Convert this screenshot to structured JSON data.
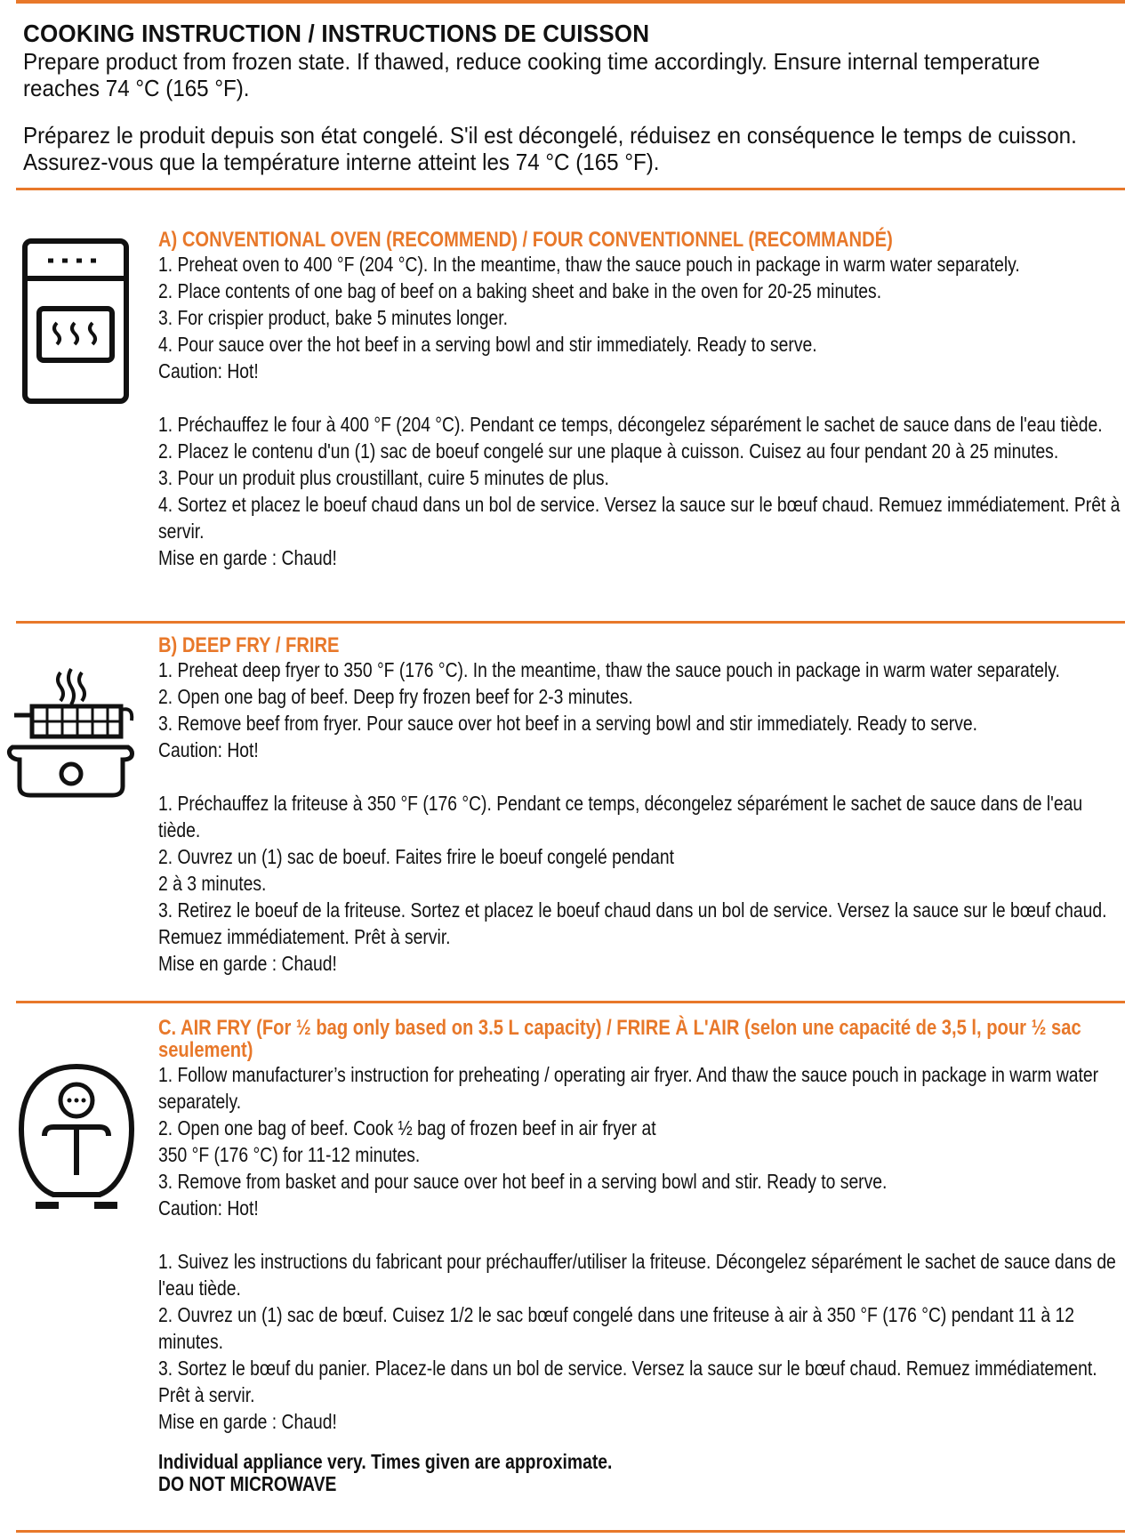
{
  "header": {
    "title": "COOKING INSTRUCTION / INSTRUCTIONS DE CUISSON",
    "intro_en": "Prepare product from frozen state. If thawed, reduce cooking time accordingly.  Ensure internal temperature reaches 74 °C (165 °F).",
    "intro_fr": "Préparez le produit depuis son état congelé. S'il est décongelé, réduisez en conséquence le temps de cuisson.  Assurez-vous que la température interne atteint les 74 °C (165 °F)."
  },
  "sections": {
    "oven": {
      "icon": "oven-icon",
      "title": "A) CONVENTIONAL OVEN (RECOMMEND) / FOUR CONVENTIONNEL (RECOMMANDÉ)",
      "en": [
        "1. Preheat oven to 400 °F (204 °C). In the meantime, thaw the sauce pouch in package in warm water separately.",
        "2. Place contents of one bag of beef on a baking sheet and bake in the oven for 20-25 minutes.",
        "3. For crispier product, bake 5 minutes longer.",
        "4. Pour sauce over the hot beef in a serving bowl and stir immediately. Ready to serve.",
        "Caution: Hot!"
      ],
      "fr": [
        "1. Préchauffez le four à 400 °F (204 °C). Pendant ce temps, décongelez séparément le sachet de sauce dans de l'eau tiède.",
        "2. Placez le contenu d'un (1) sac de boeuf congelé sur une plaque à cuisson. Cuisez au four pendant 20 à 25 minutes.",
        "3. Pour un produit plus croustillant, cuire 5 minutes de plus.",
        "4. Sortez et placez le boeuf chaud dans un bol de service. Versez la sauce sur le bœuf chaud. Remuez immédiatement. Prêt à servir.",
        "Mise en garde : Chaud!"
      ]
    },
    "deep_fry": {
      "icon": "deep-fryer-icon",
      "title": "B) DEEP FRY / FRIRE",
      "en": [
        "1. Preheat deep fryer to 350 °F (176 °C). In the meantime, thaw the sauce pouch in package in warm water separately.",
        "2. Open one bag of beef. Deep fry frozen beef for 2-3 minutes.",
        "3. Remove beef from fryer. Pour sauce over hot beef in a serving bowl and stir immediately. Ready to serve.",
        "Caution: Hot!"
      ],
      "fr": [
        "1. Préchauffez la friteuse à 350 °F (176 °C).  Pendant ce temps, décongelez séparément le sachet de sauce dans de l'eau tiède.",
        "2. Ouvrez un (1) sac de boeuf. Faites frire le boeuf congelé pendant",
        "2 à 3 minutes.",
        "3. Retirez le boeuf de la friteuse. Sortez et placez le boeuf chaud dans un bol de service. Versez la sauce sur le bœuf chaud. Remuez immédiatement. Prêt à servir.",
        "Mise en garde : Chaud!"
      ]
    },
    "air_fry": {
      "icon": "air-fryer-icon",
      "title": "C. AIR FRY (For ½ bag only based on 3.5 L capacity) / FRIRE À L'AIR (selon une capacité de 3,5 l, pour ½ sac seulement)",
      "en": [
        "1. Follow manufacturer’s instruction for preheating / operating air fryer. And thaw the sauce pouch in package in warm water separately.",
        "2. Open one bag of beef. Cook ½ bag of frozen beef in air fryer at",
        "350 °F (176 °C) for 11-12 minutes.",
        "3. Remove from basket and pour sauce over hot beef in a serving bowl and stir. Ready to serve.",
        "Caution: Hot!"
      ],
      "fr": [
        "1. Suivez les instructions du fabricant pour préchauffer/utiliser la friteuse. Décongelez séparément le sachet de sauce dans de l'eau tiède.",
        "2. Ouvrez un (1) sac de bœuf. Cuisez 1/2 le sac bœuf congelé dans une friteuse à air à 350 °F (176 °C)  pendant 11 à 12 minutes.",
        "3. Sortez le bœuf du panier. Placez-le dans un bol de service. Versez la sauce sur le bœuf chaud. Remuez immédiatement. Prêt à servir.",
        "Mise en garde : Chaud!"
      ]
    }
  },
  "footer": {
    "note_1": "Individual appliance very. Times given are approximate.",
    "note_2": "DO NOT MICROWAVE"
  },
  "colors": {
    "accent": "#e8782a",
    "text": "#111111"
  }
}
